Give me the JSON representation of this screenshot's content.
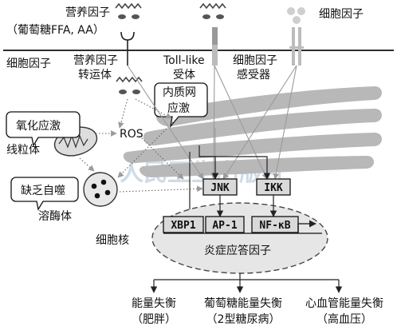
{
  "labels": {
    "nutrients": "营养因子",
    "nutrients_examples": "（葡萄糖FFA, AA）",
    "cytokine_top": "细胞因子",
    "cytokine_left": "细胞因子",
    "nutrient_transporter_1": "营养因子",
    "nutrient_transporter_2": "转运体",
    "tlr_1": "Toll-like",
    "tlr_2": "受体",
    "cytokine_receptor_1": "细胞因子",
    "cytokine_receptor_2": "感受器",
    "er_stress_1": "内质网",
    "er_stress_2": "应激",
    "oxidative_stress": "氧化应激",
    "ros": "ROS",
    "mitochondria": "线粒体",
    "autophagy_deficiency": "缺乏自噬",
    "lysosome": "溶酶体",
    "nucleus": "细胞核",
    "jnk": "JNK",
    "ikk": "IKK",
    "xbp1": "XBP1",
    "ap1": "AP-1",
    "nfkb": "NF-κB",
    "inflammatory_factors": "炎症应答因子",
    "outcome_1_a": "能量失衡",
    "outcome_1_b": "（肥胖）",
    "outcome_2_a": "葡萄糖能量失衡",
    "outcome_2_b": "（2型糖尿病）",
    "outcome_3_a": "心血管能量失衡",
    "outcome_3_b": "（高血压）",
    "watermark": "人民卫生出版社"
  },
  "colors": {
    "er": "#b8b8b8",
    "nucleus_fill": "#e6e6e6",
    "box_fill": "#d9d9d9",
    "gray_line": "#9b9b9b",
    "watermark": "#c5d3e3"
  }
}
